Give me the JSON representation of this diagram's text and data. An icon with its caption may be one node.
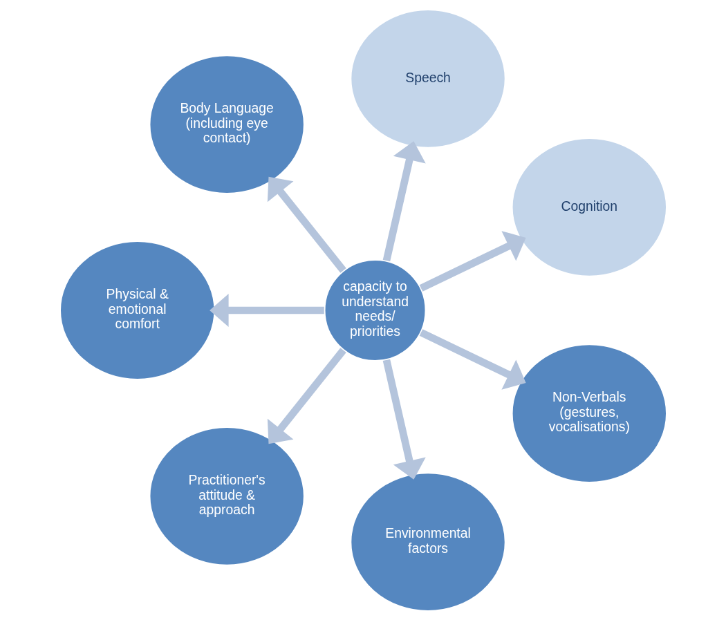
{
  "diagram": {
    "nodes": [
      {
        "text": [
          "Cognition"
        ]
      },
      {
        "text": [
          "Speech"
        ]
      },
      {
        "text": [
          "Body Language (including eye contact)"
        ]
      },
      {
        "text": [
          "capacity to understand needs/ priorities"
        ]
      },
      {
        "text": [
          "Physical & emotional comfort"
        ]
      },
      {
        "text": [
          "Practitioner's attitude & approach"
        ]
      },
      {
        "text": [
          "Environmental factors"
        ]
      },
      {
        "text": [
          "Non-Verbals (gestures, vocalisations)"
        ]
      }
    ],
    "edges": [
      {
        "from": 3,
        "to": 0,
        "arrow": "to"
      },
      {
        "from": 3,
        "to": 2,
        "arrow": "to"
      },
      {
        "from": 3,
        "to": 5,
        "arrow": "to"
      },
      {
        "from": 3,
        "to": 7,
        "arrow": "to"
      },
      {
        "from": 3,
        "to": 6,
        "arrow": "to"
      },
      {
        "from": 3,
        "to": 4,
        "arrow": "to"
      },
      {
        "from": 3,
        "to": 1,
        "arrow": "to"
      }
    ]
  }
}
